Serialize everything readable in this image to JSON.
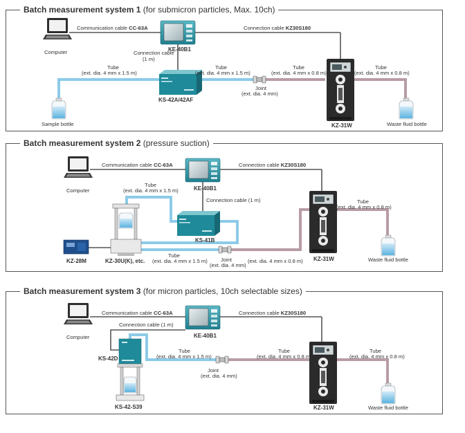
{
  "systems": [
    {
      "title_bold": "Batch measurement system 1",
      "title_rest": " (for submicron particles, Max. 10ch)",
      "computer": "Computer",
      "comm_cable_text": "Communication cable ",
      "comm_cable_model": "CC-63A",
      "ke": "KE-40B1",
      "conn_cable_text": "Connection cable ",
      "conn_cable_model": "KZ30S180",
      "conn1m_a": "Connection cable",
      "conn1m_b": "(1 m)",
      "sensor": "KS-42A/42AF",
      "tube1_a": "Tube",
      "tube1_b": "(ext. dia. 4 mm x 1.5 m)",
      "tube2_a": "Tube",
      "tube2_b": "(ext. dia. 4 mm x 1.5 m)",
      "joint_a": "Joint",
      "joint_b": "(ext. dia. 4 mm)",
      "tube3_a": "Tube",
      "tube3_b": "(ext. dia. 4 mm x 0.8 m)",
      "tube4_a": "Tube",
      "tube4_b": "(ext. dia. 4 mm x 0.8 m)",
      "sample": "Sample bottle",
      "pump": "KZ-31W",
      "waste": "Waste fluid bottle"
    },
    {
      "title_bold": "Batch measurement system 2",
      "title_rest": " (pressure suction)",
      "computer": "Computer",
      "comm_cable_text": "Communication cable ",
      "comm_cable_model": "CC-63A",
      "ke": "KE-40B1",
      "conn_cable_text": "Connection cable ",
      "conn_cable_model": "KZ30S180",
      "tube1_a": "Tube",
      "tube1_b": "(ext. dia. 4 mm x 1.5 m)",
      "conn1m": "Connection cable (1 m)",
      "sensor": "KS-41B",
      "tube2_a": "Tube",
      "tube2_b": "(ext. dia. 4 mm x 0.8 m)",
      "tube3_a": "Tube",
      "tube3_b": "(ext. dia. 4 mm x 1.5 m)",
      "joint_a": "Joint",
      "joint_b": "(ext. dia. 4 mm)",
      "tube4_b": "(ext. dia. 4 mm x 0.8 m)",
      "kz28": "KZ-28M",
      "sampler": "KZ-30U(K), etc.",
      "pump": "KZ-31W",
      "waste": "Waste fluid bottle"
    },
    {
      "title_bold": "Batch measurement system 3",
      "title_rest": " (for micron particles, 10ch selectable sizes)",
      "computer": "Computer",
      "comm_cable_text": "Communication cable ",
      "comm_cable_model": "CC-63A",
      "conn1m": "Connection cable (1 m)",
      "ke": "KE-40B1",
      "conn_cable_text": "Connection cable ",
      "conn_cable_model": "KZ30S180",
      "sensor": "KS-42D",
      "tube1_a": "Tube",
      "tube1_b": "(ext. dia. 4 mm x 1.5 m)",
      "tube2_a": "Tube",
      "tube2_b": "(ext. dia. 4 mm x 0.8 m)",
      "tube3_a": "Tube",
      "tube3_b": "(ext. dia. 4 mm x 0.8 m)",
      "joint_a": "Joint",
      "joint_b": "(ext. dia. 4 mm)",
      "stand": "KS-42-S39",
      "pump": "KZ-31W",
      "waste": "Waste fluid bottle"
    }
  ],
  "colors": {
    "tube_blue": "#8ccbe8",
    "tube_mauve": "#b89ca6",
    "cable": "#555555",
    "device_teal": "#1f7f8f",
    "device_teal_light": "#7fc6cf",
    "pump_dark": "#2b2b2b"
  }
}
